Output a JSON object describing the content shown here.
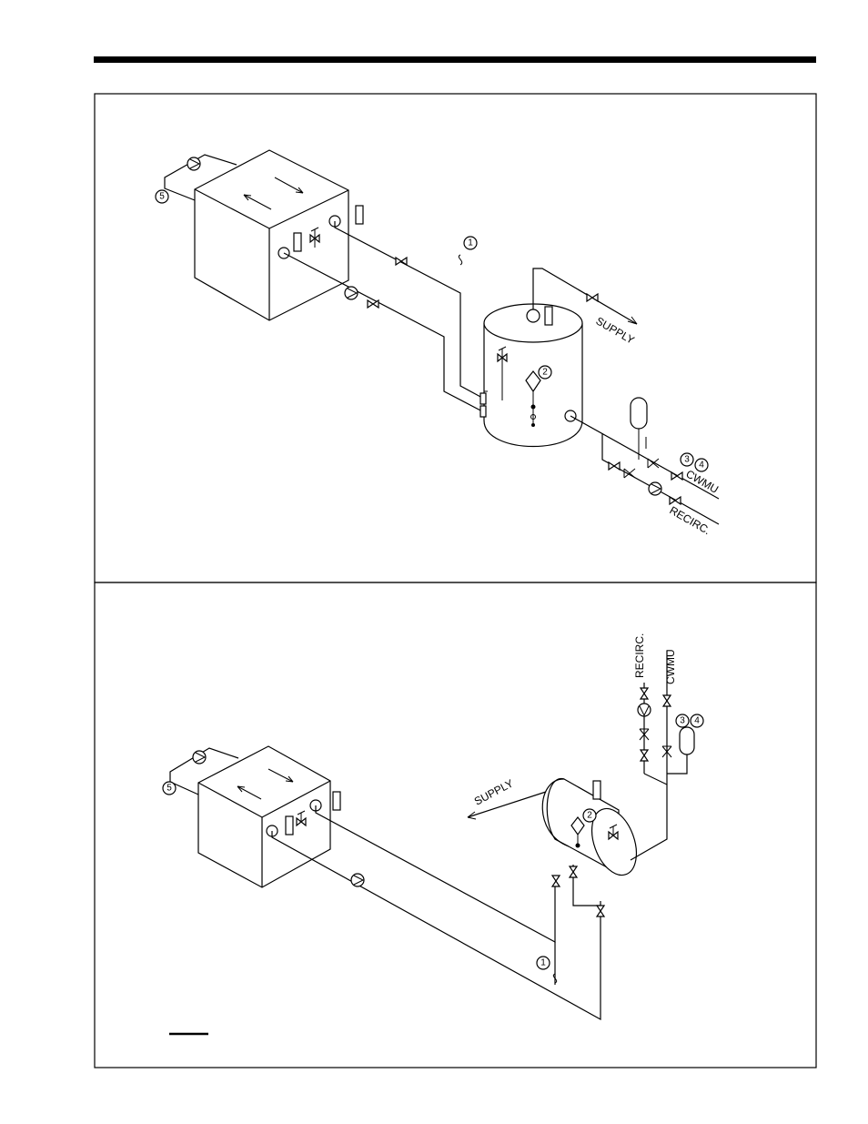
{
  "labels": {
    "supply": "SUPPLY",
    "cwmu": "CWMU",
    "recirc": "RECIRC."
  },
  "callouts": {
    "one": "1",
    "two": "2",
    "three": "3",
    "four": "4",
    "five": "5"
  }
}
